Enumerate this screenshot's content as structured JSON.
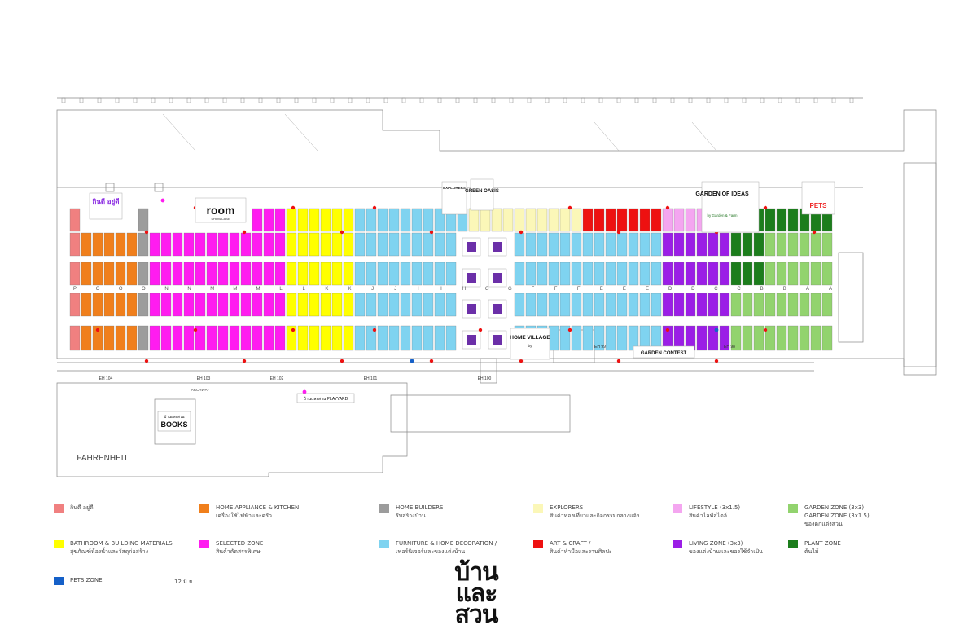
{
  "labels": {
    "room": "room",
    "room_sub": "SHOWCASE",
    "green_oasis": "GREEN OASIS",
    "explorers_box": "EXPLORERS",
    "garden_of_ideas": "GARDEN OF IDEAS",
    "garden_of_ideas_by": "by Garden & Farm",
    "pets": "PETS",
    "home_village": "HOME VILLAGE",
    "home_village_by": "by",
    "garden_contest": "GARDEN CONTEST",
    "books": "BOOKS",
    "books_th": "บ้านและสวน",
    "fahrenheit": "FAHRENHEIT",
    "archway": "ARCHWAY",
    "playyard": "บ้านและสวน PLAYYARD",
    "kinder_logo": "กินดี อยู่ดี"
  },
  "aisle_letters": {
    "upper": [
      "P",
      "O",
      "O",
      "O",
      "N",
      "N",
      "M",
      "M",
      "M",
      "L",
      "L",
      "K",
      "K",
      "J",
      "J",
      "I",
      "I",
      "H",
      "G",
      "G",
      "F",
      "F",
      "F",
      "E",
      "E",
      "E",
      "D",
      "D",
      "C",
      "C",
      "B",
      "B",
      "A",
      "A"
    ]
  },
  "entrances": [
    "EH 104",
    "EH 103",
    "EH 102",
    "EH 101",
    "EH 100",
    "EH 99",
    "EH 98"
  ],
  "legend": [
    {
      "color": "#f08080",
      "line1": "กินดี อยู่ดี",
      "line2": ""
    },
    {
      "color": "#f07f1c",
      "line1": "HOME APPLIANCE & KITCHEN",
      "line2": "เครื่องใช้ไฟฟ้าและครัว"
    },
    {
      "color": "#9c9c9c",
      "line1": "HOME BUILDERS",
      "line2": "รับสร้างบ้าน"
    },
    {
      "color": "#fbf7b8",
      "line1": "EXPLORERS",
      "line2": "สินค้าท่องเที่ยวและกิจกรรมกลางแจ้ง"
    },
    {
      "color": "#f4a6f0",
      "line1": "LIFESTYLE (3x1.5)",
      "line2": "สินค้าไลฟ์สไตล์"
    },
    {
      "color": "#92d36e",
      "line1": "GARDEN ZONE (3x3)",
      "line2": "GARDEN ZONE (3x1.5)",
      "line3": "ของตกแต่งสวน"
    },
    {
      "color": "#ffff00",
      "line1": "BATHROOM & BUILDING MATERIALS",
      "line2": "สุขภัณฑ์ห้องน้ำและวัสดุก่อสร้าง"
    },
    {
      "color": "#ff1cf0",
      "line1": "SELECTED ZONE",
      "line2": "สินค้าคัดสรรพิเศษ"
    },
    {
      "color": "#7fd3f0",
      "line1": "FURNITURE & HOME DECORATION /",
      "line2": "เฟอร์นิเจอร์และของแต่งบ้าน"
    },
    {
      "color": "#ee1111",
      "line1": "ART & CRAFT /",
      "line2": "สินค้าทำมือและงานศิลปะ"
    },
    {
      "color": "#9b1ee6",
      "line1": "LIVING  ZONE (3x3)",
      "line2": "ของแต่งบ้านและของใช้จำเป็น"
    },
    {
      "color": "#1c7d1c",
      "line1": "PLANT ZONE",
      "line2": "ต้นไม้"
    },
    {
      "color": "#1560c8",
      "line1": "PETS  ZONE",
      "line2": ""
    }
  ],
  "footer_note": "12  มิ.ย",
  "logo": [
    "บ้าน",
    "และ",
    "สวน"
  ],
  "colors": {
    "kinder": "#f08080",
    "appliance": "#f07f1c",
    "builders": "#9c9c9c",
    "explorers": "#fbf7b8",
    "lifestyle": "#f4a6f0",
    "garden": "#92d36e",
    "bathroom": "#ffff00",
    "selected": "#ff1cf0",
    "furniture": "#7fd3f0",
    "art": "#ee1111",
    "living": "#9b1ee6",
    "plant": "#1c7d1c",
    "pets": "#1560c8"
  }
}
